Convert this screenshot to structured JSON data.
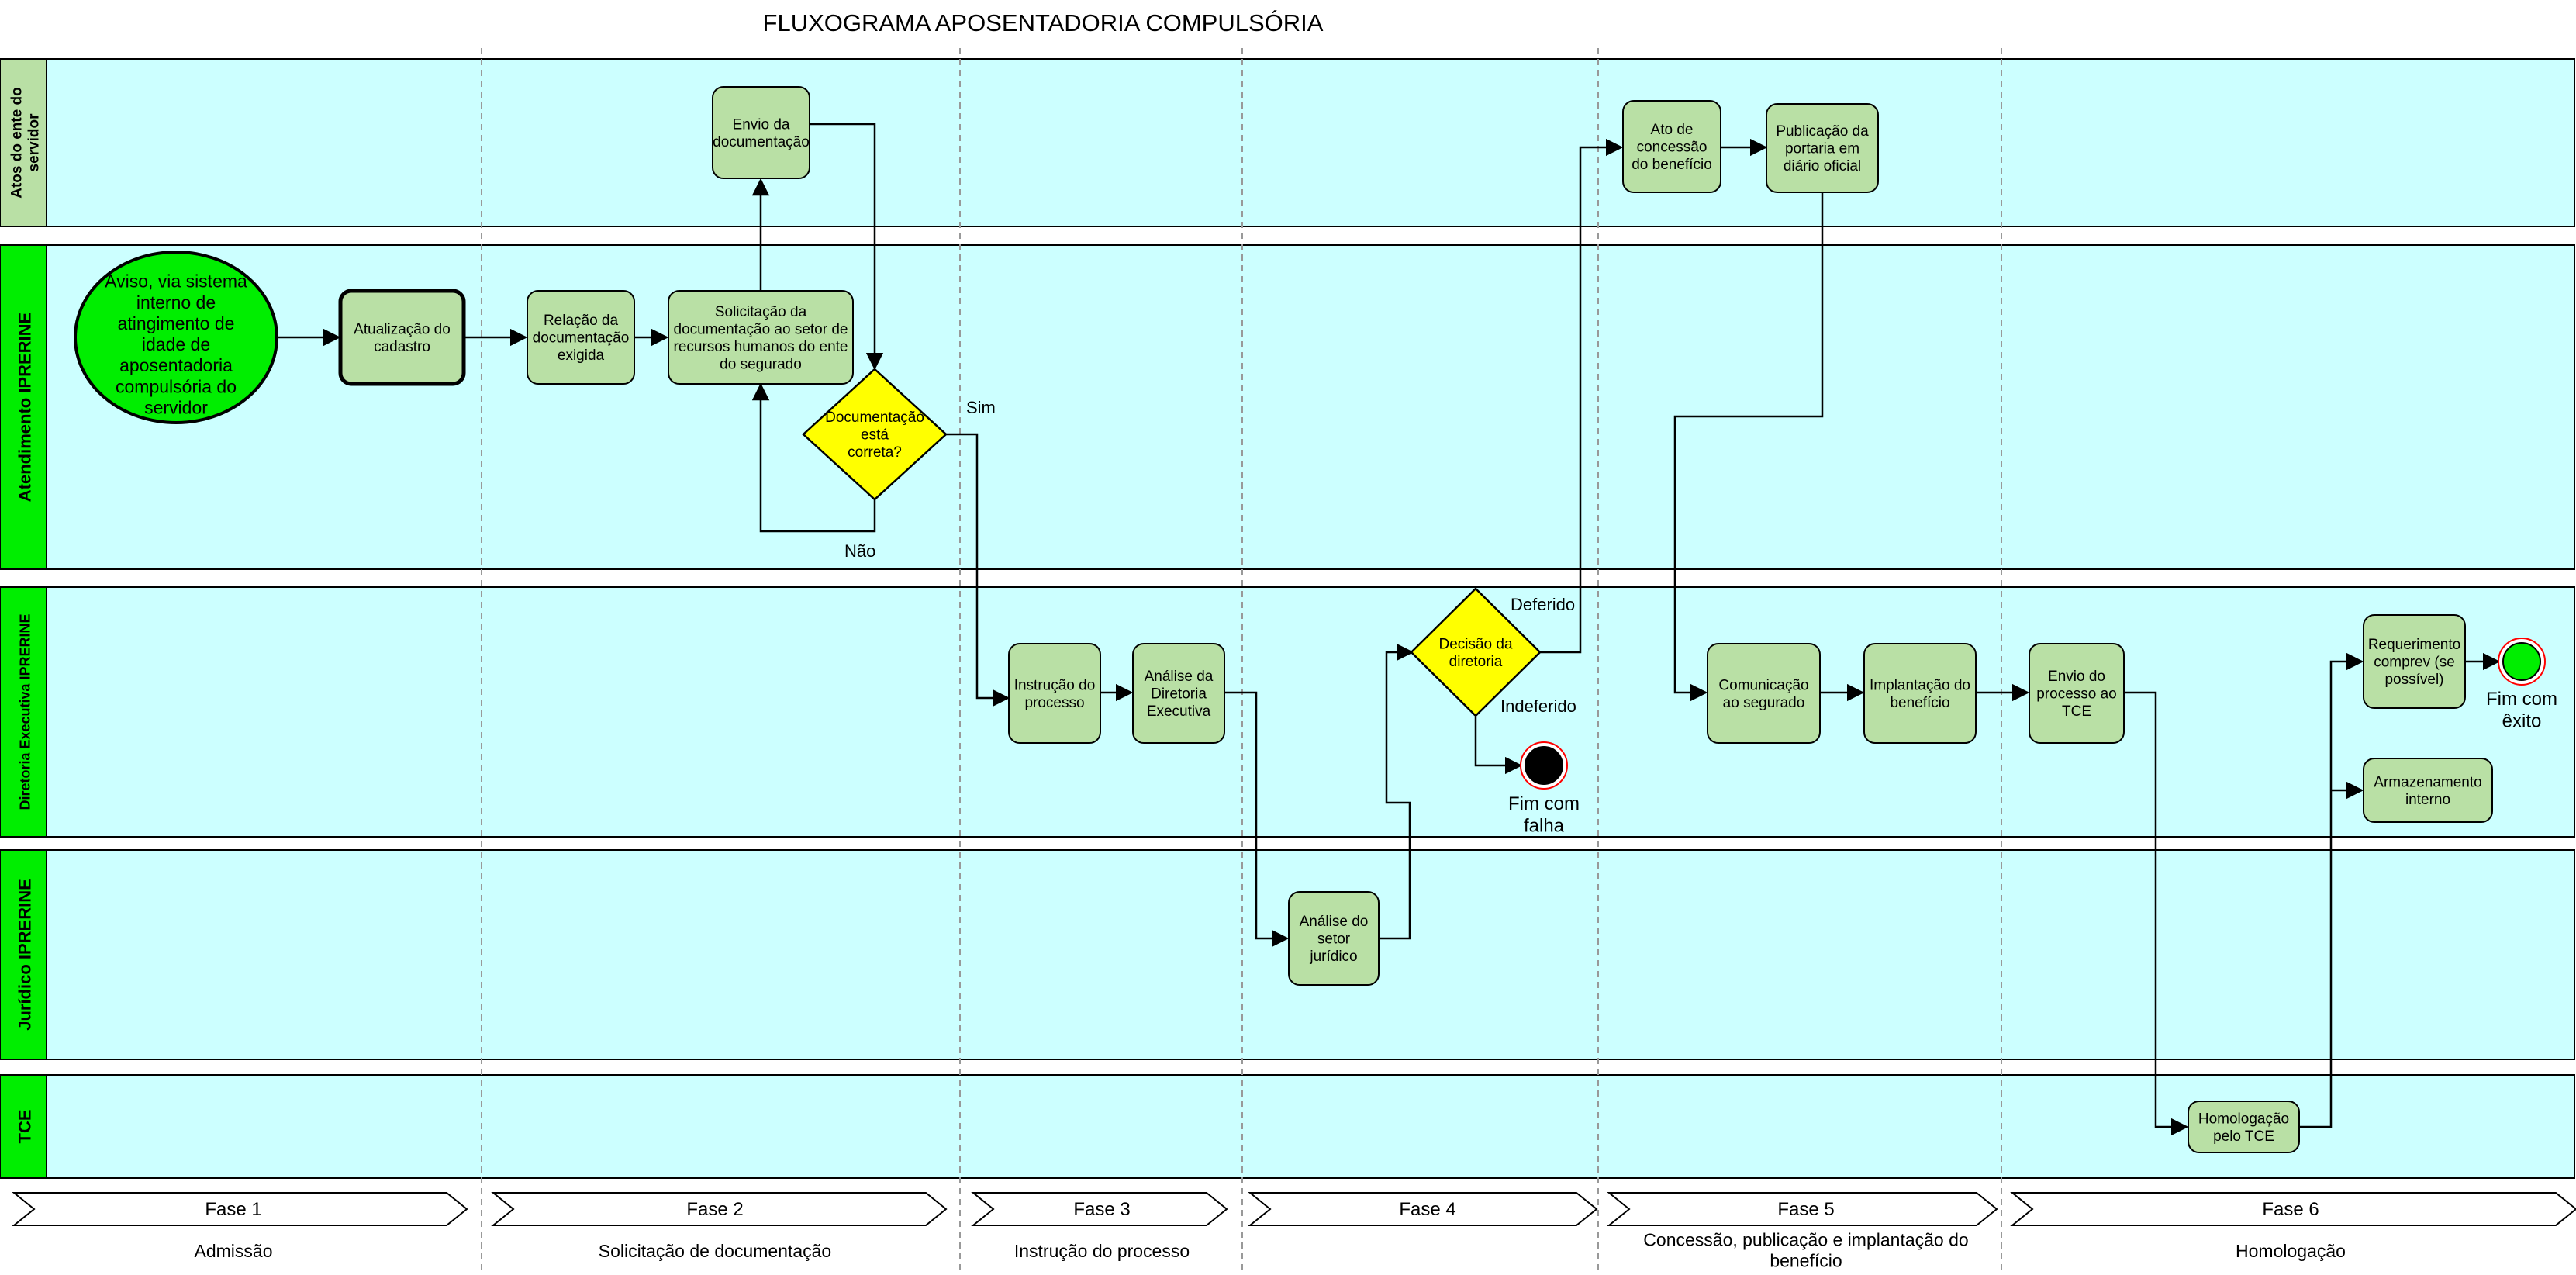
{
  "title": "FLUXOGRAMA APOSENTADORIA COMPULSÓRIA",
  "colors": {
    "lane_fill": "#ccffff",
    "lane_label_green": "#00ee00",
    "lane_label_light_green": "#b9e0a5",
    "task_fill": "#b9e0a5",
    "decision_fill": "#ffff00",
    "start_fill": "#00ee00",
    "end_ring": "#ff0000",
    "line": "#000000",
    "divider": "#999999"
  },
  "lanes": [
    {
      "id": "atos",
      "label": "Atos do ente do servidor"
    },
    {
      "id": "atendimento",
      "label": "Atendimento IPRERINE"
    },
    {
      "id": "diretoria",
      "label": "Diretoria Executiva IPRERINE"
    },
    {
      "id": "juridico",
      "label": "Jurídico IPRERINE"
    },
    {
      "id": "tce",
      "label": "TCE"
    }
  ],
  "nodes": {
    "start": "Aviso, via sistema interno de atingimento de idade de aposentadoria compulsória do servidor",
    "atualizacao": "Atualização do cadastro",
    "relacao": "Relação da documentação exigida",
    "solicitacao": "Solicitação da documentação ao setor de recursos humanos do ente do segurado",
    "envio_doc": "Envio da documentação",
    "dec_doc": "Documentação está correta?",
    "instrucao": "Instrução do processo",
    "analise_dir": "Análise da Diretoria Executiva",
    "analise_jur": "Análise do setor jurídico",
    "dec_dir": "Decisão da diretoria",
    "end_falha": "Fim com falha",
    "ato": "Ato de concessão do benefício",
    "publicacao": "Publicação da portaria em diário oficial",
    "comunicacao": "Comunicação ao segurado",
    "implantacao": "Implantação do benefício",
    "envio_tce": "Envio do processo ao TCE",
    "homologacao": "Homologação pelo TCE",
    "requerimento": "Requerimento comprev (se possível)",
    "armazenamento": "Armazenamento interno",
    "end_exito": "Fim com êxito"
  },
  "edge_labels": {
    "sim": "Sim",
    "nao": "Não",
    "deferido": "Deferido",
    "indeferido": "Indeferido"
  },
  "phases": [
    {
      "label": "Fase 1",
      "description": "Admissão"
    },
    {
      "label": "Fase 2",
      "description": "Solicitação de documentação"
    },
    {
      "label": "Fase 3",
      "description": "Instrução do processo"
    },
    {
      "label": "Fase 4",
      "description": ""
    },
    {
      "label": "Fase 5",
      "description": "Concessão, publicação e implantação do benefício"
    },
    {
      "label": "Fase 6",
      "description": "Homologação"
    }
  ]
}
